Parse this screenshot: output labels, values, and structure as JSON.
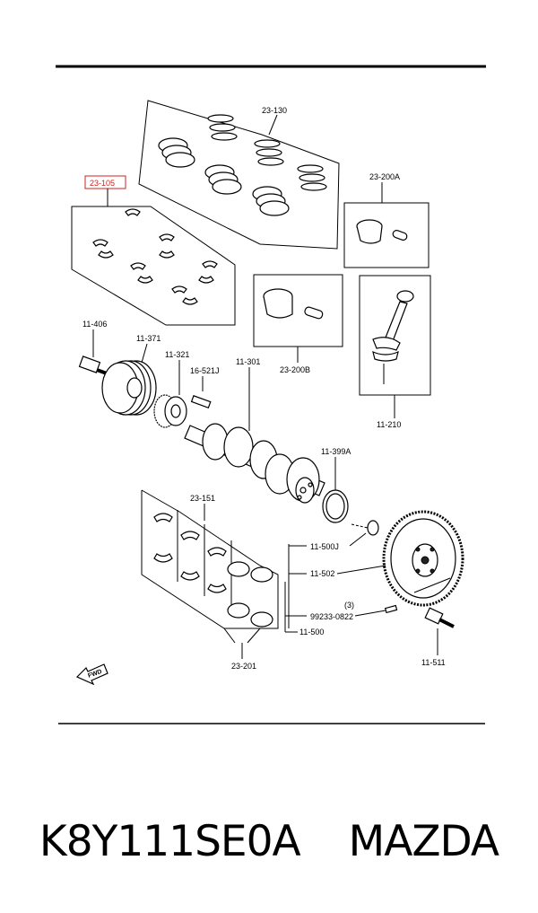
{
  "callouts": {
    "p23_130": "23-130",
    "p23_105": "23-105",
    "p23_200a": "23-200A",
    "p23_200b": "23-200B",
    "p11_210": "11-210",
    "p11_406": "11-406",
    "p11_371": "11-371",
    "p11_321": "11-321",
    "p16_521j": "16-521J",
    "p11_301": "11-301",
    "p11_399a": "11-399A",
    "p23_151": "23-151",
    "p11_500j": "11-500J",
    "p11_502": "11-502",
    "p_qty3": "(3)",
    "p99233": "99233-0822",
    "p11_500": "11-500",
    "p23_201": "23-201",
    "p11_511": "11-511"
  },
  "fwd_label": "FWD",
  "caption": {
    "part_number": "K8Y111SE0A",
    "brand": "MAZDA"
  },
  "colors": {
    "highlight": "#cc2222",
    "ink": "#000000"
  }
}
